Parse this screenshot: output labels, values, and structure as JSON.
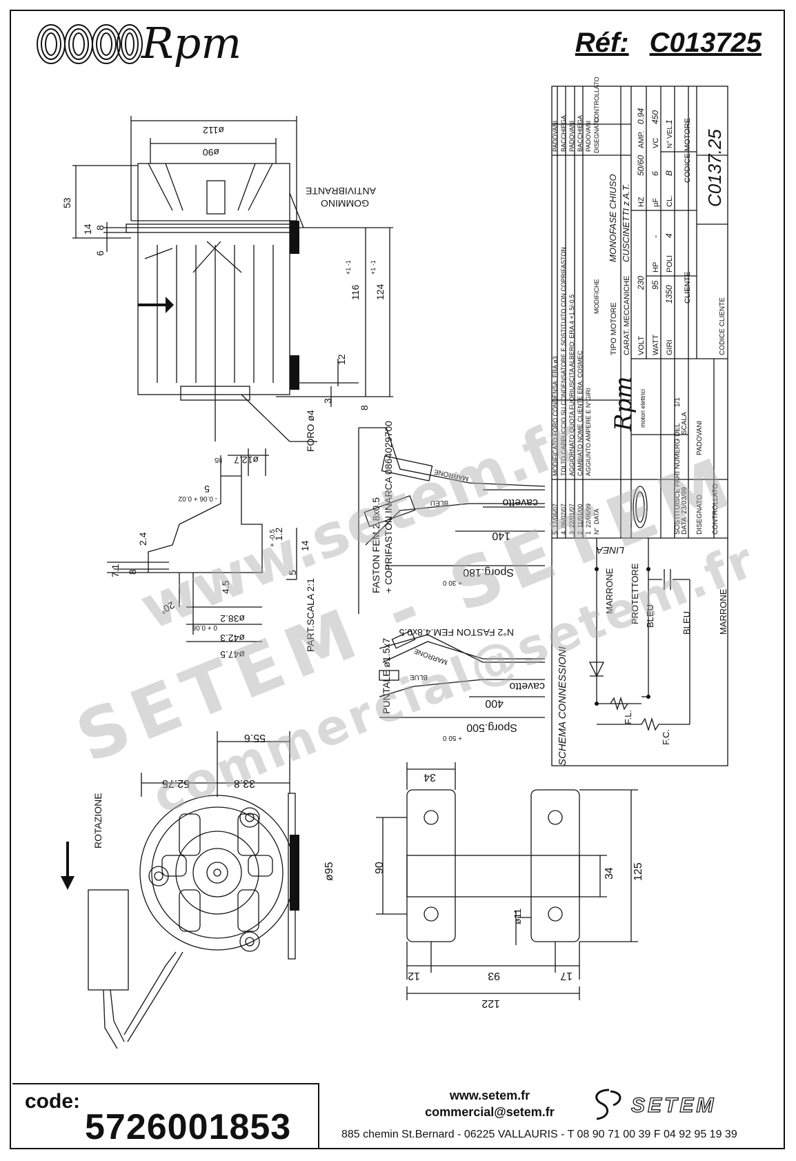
{
  "header": {
    "brand": "Rpm",
    "ref_label": "Réf:",
    "ref_value": "C013725"
  },
  "motor_view": {
    "dim_d112": "ø112",
    "dim_d90": "ø90",
    "dim_53": "53",
    "dim_14": "14",
    "dim_8": "8",
    "dim_6": "6",
    "dim_116": "116",
    "dim_116_tol": "+1 -1",
    "dim_124": "124",
    "dim_124_tol": "+1 -1",
    "dim_12": "12",
    "dim_3": "3",
    "dim_8b": "8",
    "label_gommino": "GOMMINO",
    "label_antivibrante": "ANTIVIBRANTE",
    "label_foro": "FORO ø4"
  },
  "shaft_detail": {
    "dim_12_7": "ø12.7",
    "dim_h5": "h5",
    "dim_5": "5",
    "dim_5_tol": "- 0.06 + 0.02",
    "dim_14": "14",
    "dim_1_2": "1.2",
    "dim_1_2_tol": "+ -0.5",
    "dim_5b": "5",
    "dim_2_4": "2.4",
    "dim_8": "8",
    "dim_7_1": "7.1",
    "dim_4_5": "4.5",
    "dim_20": "20°",
    "dim_38_2": "ø38.2",
    "dim_38_2_tol": "0 + 0.08",
    "dim_42_3": "ø42.3",
    "dim_47_5": "ø47.5",
    "label_scala": "PART.SCALA 2:1"
  },
  "cable1": {
    "label_faston": "FASTON FEM.2.8x0.5",
    "label_coprifaston": "+ COPRIFASTON INARCA 0864029700",
    "label_marrone": "MARRONE",
    "label_bleu": "BLEU",
    "label_cavetto": "cavetto",
    "dim_140": "140",
    "dim_sporg": "Sporg.180",
    "dim_sporg_tol": "+ 30 0"
  },
  "cable2": {
    "label_faston": "N°2 FASTON FEM.4.8x0.5",
    "label_marrone": "MARRONE",
    "label_blue": "BLUE",
    "label_cavetto": "cavetto",
    "dim_400": "400",
    "dim_sporg": "Sporg.500",
    "dim_sporg_tol": "+ 50 0",
    "label_puntale": "PUNTALE ø1.5x7"
  },
  "front_view": {
    "dim_55_6": "55.6",
    "dim_52_75": "52.75",
    "dim_33_8": "33.8",
    "dim_95": "ø95",
    "label_rotazione": "ROTAZIONE"
  },
  "bracket": {
    "dim_34": "34",
    "dim_90": "90",
    "dim_34b": "34",
    "dim_125": "125",
    "dim_11": "ø11",
    "dim_12": "12",
    "dim_93": "93",
    "dim_17": "17",
    "dim_122": "122"
  },
  "connections": {
    "title": "SCHEMA CONNESSIONI",
    "label_linea": "LINEA",
    "label_marrone": "MARRONE",
    "label_protettore": "PROTETTORE",
    "label_bleu1": "BLEU",
    "label_bleu2": "BLEU",
    "label_marrone2": "MARRONE",
    "label_fl": "F.L.",
    "label_fc": "F.C."
  },
  "title_block": {
    "revisions": [
      {
        "n": "5",
        "date": "12/06/07",
        "desc": "MODIFICATO FORO CONDENSA: ERA ø3",
        "by": "PADOVANI"
      },
      {
        "n": "4",
        "date": "06/02/07",
        "desc": "TOLTO CAPPUCCIO SU CONDENSATORE E SOSTITUITO CON COPRIFASTON",
        "by": "BACCHIEGA"
      },
      {
        "n": "3",
        "date": "22/01/07",
        "desc": "AGGIORNATO QUOTA FUORIUSCITA ALBERO: ERA 4 +1.5/-0.5",
        "by": "PADOVANI"
      },
      {
        "n": "2",
        "date": "11/01/00",
        "desc": "CAMBIATO NOME CLIENTE ERA: COSMEC",
        "by": "BACCHIEGA"
      },
      {
        "n": "1",
        "date": "22/06/99",
        "desc": "AGGIUNTO AMPERE E N°GIRI",
        "by": "PADOVANI"
      }
    ],
    "rev_header_n": "N°",
    "rev_header_date": "DATA",
    "rev_header_desc": "MODIFICHE",
    "rev_header_dis": "DISEGNATO",
    "rev_header_ctrl": "CONTROLLATO",
    "company_name": "Rpm",
    "company_sub": "motori elettrici",
    "tipo_label": "TIPO MOTORE",
    "tipo_value": "MONOFASE CHIUSO",
    "carat_label": "CARAT. MECCANICHE",
    "carat_value": "CUSCINETTI z A.T.",
    "volt_label": "VOLT",
    "volt_value": "230",
    "hz_label": "HZ",
    "hz_value": "50/60",
    "amp_label": "AMP.",
    "amp_value": "0.94",
    "watt_label": "WATT",
    "watt_value": "95",
    "hp_label": "HP",
    "hp_value": "-",
    "uf_label": "µF",
    "uf_value": "6",
    "vc_label": "VC",
    "vc_value": "450",
    "giri_label": "GIRI",
    "giri_value": "1350",
    "poli_label": "POLI",
    "poli_value": "4",
    "cl_label": "CL.",
    "cl_value": "B",
    "nvel_label": "N° VEL.",
    "nvel_value": "1",
    "cliente_label": "CLIENTE",
    "codice_motore_label": "CODICE MOTORE",
    "codice_motore_value": "C0137.25",
    "sostituisce_label": "SOSTITUISCE PARI NUMERO DEL",
    "sostituisce_value": "-",
    "data_label": "DATA",
    "data_value": "23/03/99",
    "scala_label": "SCALA",
    "scala_value": "1/1",
    "disegnato_label": "DISEGNATO",
    "disegnato_value": "PADOVANI",
    "controllato_label": "CONTROLLATO",
    "codice_cliente_label": "CODICE CLIENTE"
  },
  "watermark": {
    "line1": "www.setem.fr",
    "line2": "SETEM - SETEM",
    "line3": "commercial@setem.fr"
  },
  "footer": {
    "code_label": "code:",
    "code_value": "5726001853",
    "website": "www.setem.fr",
    "email": "commercial@setem.fr",
    "address": "885 chemin St.Bernard  -  06225 VALLAURIS  -  T 08 90 71 00 39   F 04 92 95 19 39",
    "setem_logo": "SETEM"
  }
}
